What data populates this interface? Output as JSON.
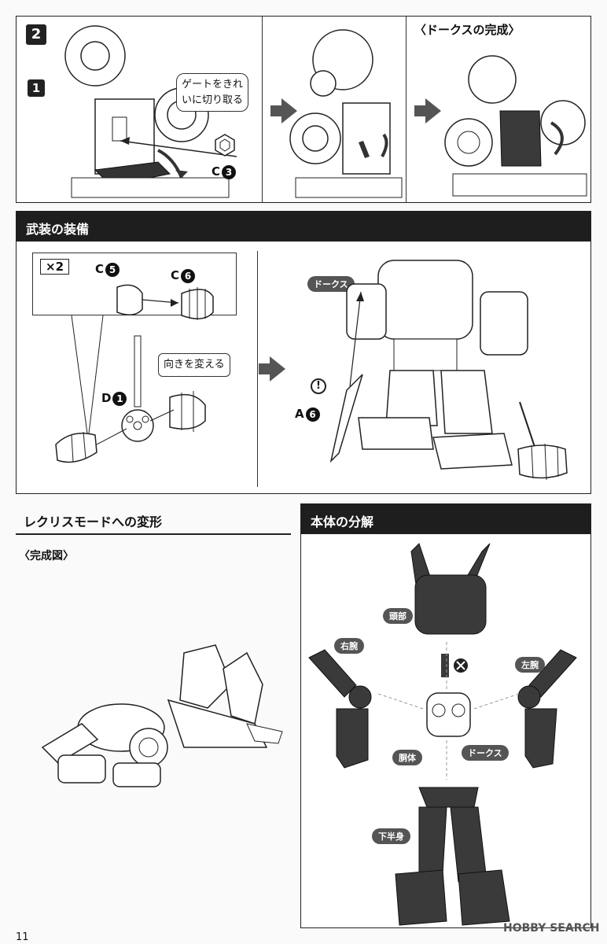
{
  "step1": {
    "step_number": "2",
    "sub_step": "1",
    "gate_note_line1": "ゲートをきれ",
    "gate_note_line2": "いに切り取る",
    "part_letter": "C",
    "part_num": "3",
    "completion_title": "〈ドークスの完成〉"
  },
  "weapons": {
    "title": "武装の装備",
    "multiplier": "×2",
    "part1_letter": "C",
    "part1_num": "5",
    "part2_letter": "C",
    "part2_num": "6",
    "orient_note": "向きを変える",
    "part3_letter": "D",
    "part3_num": "1",
    "dorks_label": "ドークス",
    "part4_letter": "A",
    "part4_num": "6"
  },
  "transform": {
    "title": "レクリスモードへの変形",
    "complete_label": "〈完成図〉"
  },
  "disassembly": {
    "title": "本体の分解",
    "head": "頭部",
    "right_arm": "右腕",
    "left_arm": "左腕",
    "torso": "胴体",
    "dorks": "ドークス",
    "lower_body": "下半身"
  },
  "footer": {
    "page_number": "11",
    "watermark": "HOBBY SEARCH"
  },
  "colors": {
    "header_bg": "#1e1e1e",
    "part_dark": "#3a3a3a",
    "outline": "#222222"
  }
}
